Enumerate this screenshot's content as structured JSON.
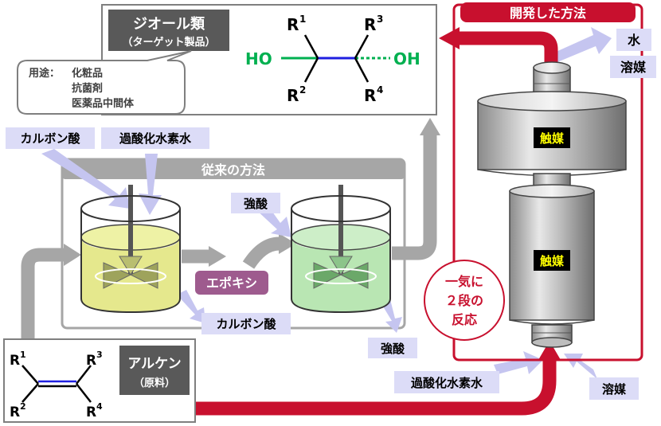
{
  "product": {
    "title": "ジオール類",
    "subtitle": "（ターゲット製品）",
    "usage_label": "用途：",
    "usage_items": [
      "化粧品",
      "抗菌剤",
      "医薬品中間体"
    ],
    "diol": {
      "r1": "R",
      "r1_sup": "1",
      "r2": "R",
      "r2_sup": "2",
      "r3": "R",
      "r3_sup": "3",
      "r4": "R",
      "r4_sup": "4",
      "oh_left": "HO",
      "oh_right": "OH"
    }
  },
  "conventional": {
    "title": "従来の方法",
    "reagent_carboxylic": "カルボン酸",
    "reagent_peracetic": "過酸化水素水",
    "reagent_strong_acid": "強酸",
    "intermediate": "エポキシ",
    "byproduct_carboxylic": "カルボン酸",
    "byproduct_strong_acid": "強酸"
  },
  "developed": {
    "title": "開発した方法",
    "out_water": "水",
    "out_solvent": "溶媒",
    "catalyst_top": "触媒",
    "catalyst_bottom": "触媒",
    "note_lines": [
      "一気に",
      "２段の",
      "反応"
    ],
    "in_peroxide": "過酸化水素水",
    "in_solvent": "溶媒"
  },
  "alkene": {
    "title": "アルケン",
    "subtitle": "（原料）",
    "r1": "R",
    "r1_sup": "1",
    "r2": "R",
    "r2_sup": "2",
    "r3": "R",
    "r3_sup": "3",
    "r4": "R",
    "r4_sup": "4"
  },
  "colors": {
    "red_arrow": "#c8102e",
    "gray_arrow": "#a6a6a6",
    "lavender_arrow": "#c5c5f0",
    "label_bg": "#dcdcf7",
    "dark_label": "#595959",
    "epoxy_bg": "#9e5b8e",
    "diol_green": "#00b050",
    "diol_blue": "#1f1fe0",
    "catalyst_text": "#ffff00",
    "beaker_yellow": "#e5e88d",
    "beaker_green": "#b9e6b3"
  }
}
